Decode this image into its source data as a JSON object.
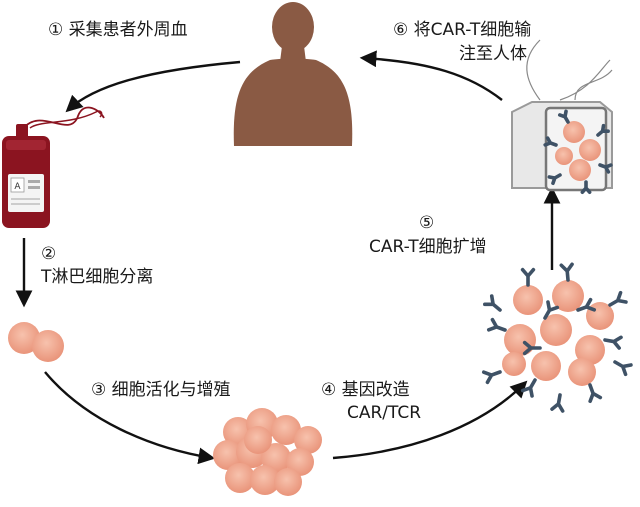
{
  "steps": {
    "s1": "① 采集患者外周血",
    "s2_num": "②",
    "s2_text": "T淋巴细胞分离",
    "s3": "③ 细胞活化与增殖",
    "s4_line1": "④ 基因改造",
    "s4_line2": "CAR/TCR",
    "s5_num": "⑤",
    "s5_text": "CAR-T细胞扩增",
    "s6_line1": "⑥ 将CAR-T细胞输",
    "s6_line2": "注至人体"
  },
  "blood_bag": {
    "tag_letter": "A"
  },
  "icons": [
    "human-body-icon",
    "blood-bag-icon",
    "infusion-bag-icon",
    "t-cell-icon",
    "car-t-cell-icon"
  ],
  "colors": {
    "body": "#8a5a44",
    "blood": "#8b1420",
    "cell": "#f0a88c",
    "receptor": "#3f5266",
    "arrow": "#111111"
  }
}
